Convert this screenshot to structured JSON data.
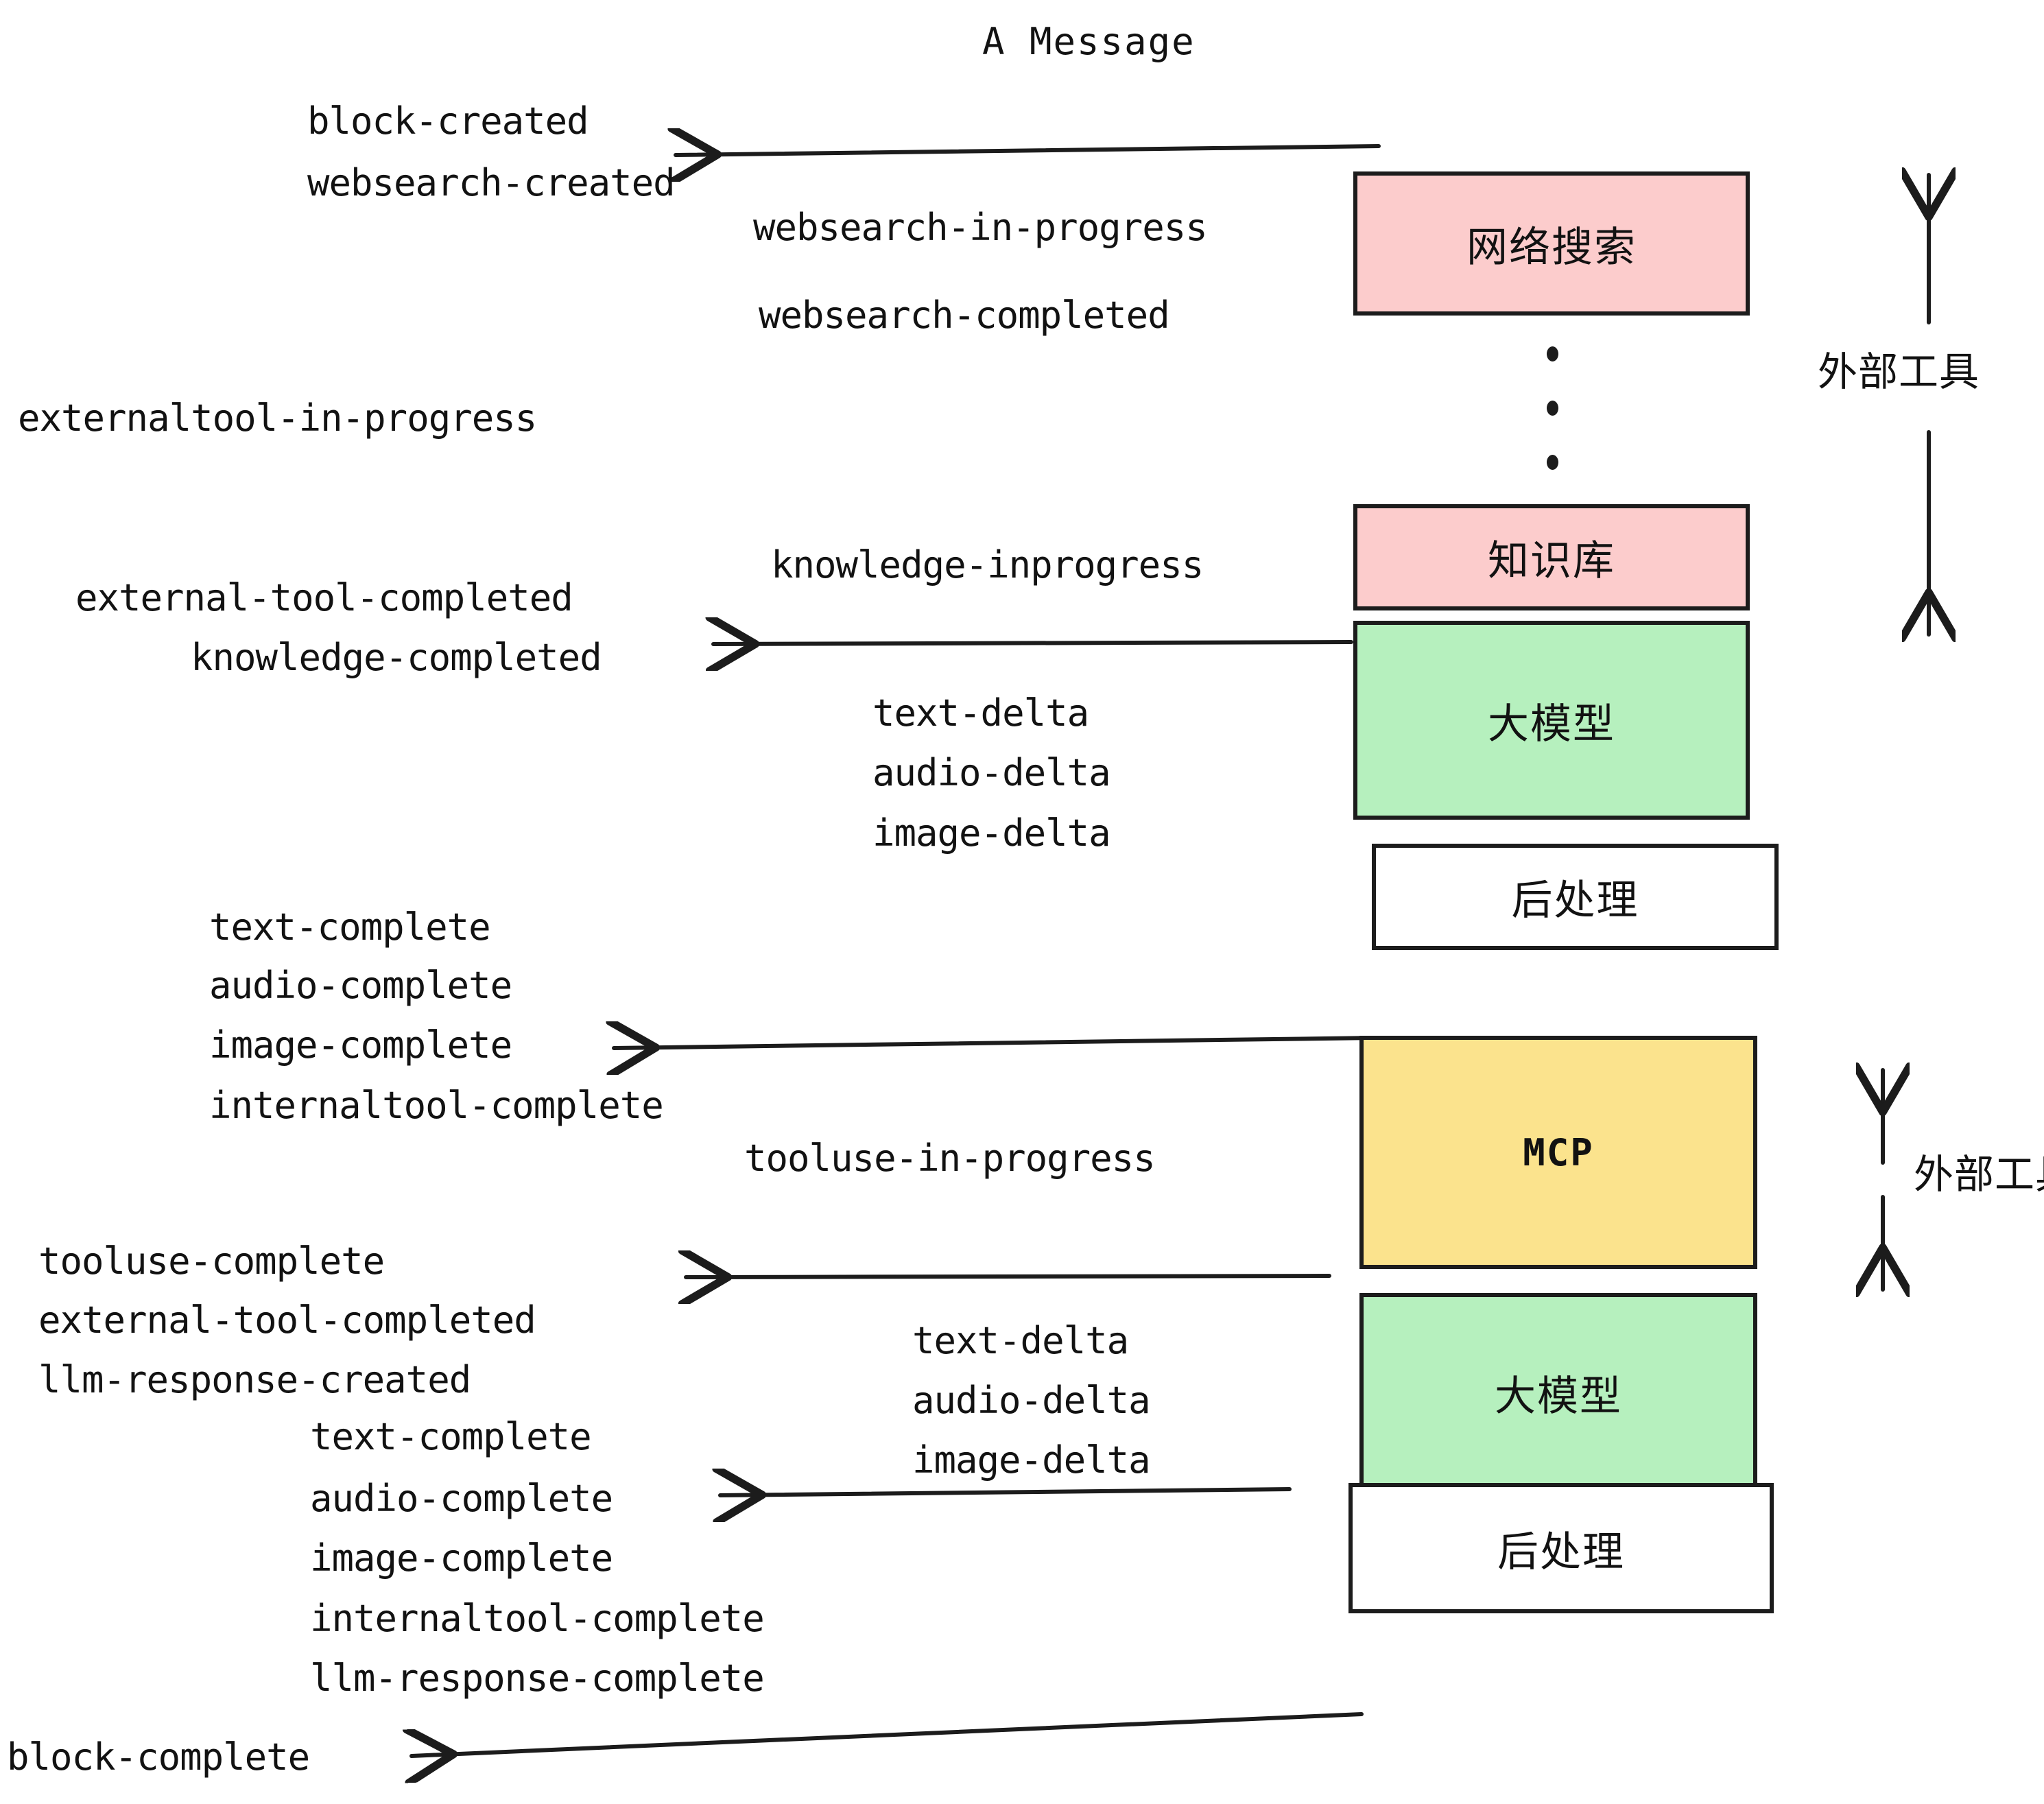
{
  "diagram": {
    "title": "A Message",
    "background": "#ffffff",
    "ink": "#121212",
    "colors": {
      "pink": "#fccccc",
      "green": "#b6f0be",
      "yellow": "#fbe38d",
      "white": "#ffffff",
      "stroke": "#1c1c1c"
    },
    "boxes": [
      {
        "id": "websearch",
        "label": "网络搜索",
        "fill": "#fccccc"
      },
      {
        "id": "knowledgebase",
        "label": "知识库",
        "fill": "#fccccc"
      },
      {
        "id": "llm-1",
        "label": "大模型",
        "fill": "#b6f0be"
      },
      {
        "id": "postprocess-1",
        "label": "后处理",
        "fill": "#ffffff"
      },
      {
        "id": "mcp",
        "label": "MCP",
        "fill": "#fbe38d"
      },
      {
        "id": "llm-2",
        "label": "大模型",
        "fill": "#b6f0be"
      },
      {
        "id": "postprocess-2",
        "label": "后处理",
        "fill": "#ffffff"
      }
    ],
    "side_labels": [
      {
        "id": "external-tools-top",
        "text": "外部工具"
      },
      {
        "id": "external-tools-bottom",
        "text": "外部工具"
      }
    ],
    "events": {
      "block_created": "block-created",
      "websearch_created": "websearch-created",
      "websearch_in_progress": "websearch-in-progress",
      "websearch_completed": "websearch-completed",
      "externaltool_in_progress": "externaltool-in-progress",
      "knowledge_inprogress": "knowledge-inprogress",
      "external_tool_completed_1": "external-tool-completed",
      "knowledge_completed": "knowledge-completed",
      "text_delta_1": "text-delta",
      "audio_delta_1": "audio-delta",
      "image_delta_1": "image-delta",
      "text_complete_1": "text-complete",
      "audio_complete_1": "audio-complete",
      "image_complete_1": "image-complete",
      "internaltool_complete_1": "internaltool-complete",
      "tooluse_in_progress": "tooluse-in-progress",
      "tooluse_complete": "tooluse-complete",
      "external_tool_completed_2": "external-tool-completed",
      "llm_response_created": "llm-response-created",
      "text_delta_2": "text-delta",
      "audio_delta_2": "audio-delta",
      "image_delta_2": "image-delta",
      "text_complete_2": "text-complete",
      "audio_complete_2": "audio-complete",
      "image_complete_2": "image-complete",
      "internaltool_complete_2": "internaltool-complete",
      "llm_response_complete": "llm-response-complete",
      "block_complete": "block-complete"
    }
  }
}
